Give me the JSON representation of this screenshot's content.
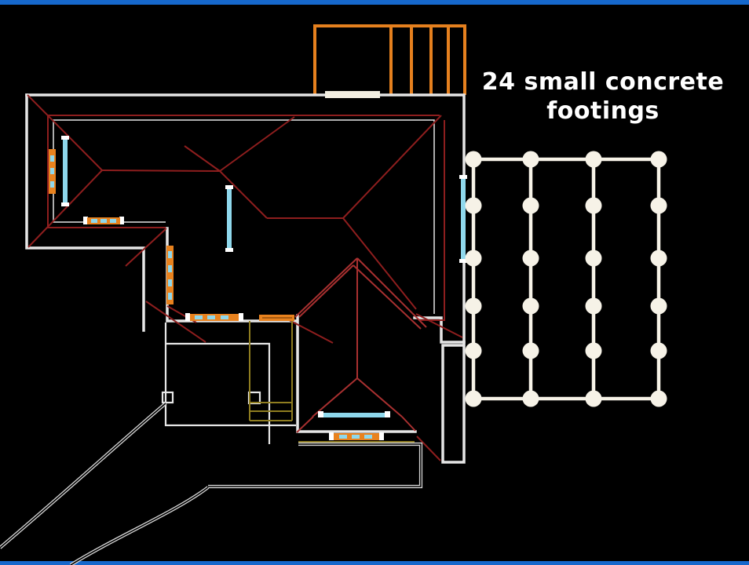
{
  "title": {
    "line1": "24 small concrete",
    "line2": "footings"
  },
  "footings": {
    "count": 24,
    "columns_x": [
      603,
      676,
      756,
      839
    ],
    "rows_y": [
      203,
      262,
      329,
      390,
      447,
      508
    ],
    "dot_radius": 10.5,
    "line_width": 4.5
  },
  "colors": {
    "background": "#000000",
    "accent_blue": "#1668cc",
    "wall_white": "#e6e6e6",
    "roof_red": "#8e1e1e",
    "roof_red_bright": "#a83030",
    "pergola_orange": "#e5801e",
    "window_frame_orange": "#e8821e",
    "window_glass_cyan": "#8fd8ec",
    "detail_olive": "#8f7d20",
    "footing_ivory": "#f6f2e7",
    "driveway_gray": "#d6d6d6",
    "landing_cream": "#f2eee1",
    "title_white": "#ffffff"
  }
}
